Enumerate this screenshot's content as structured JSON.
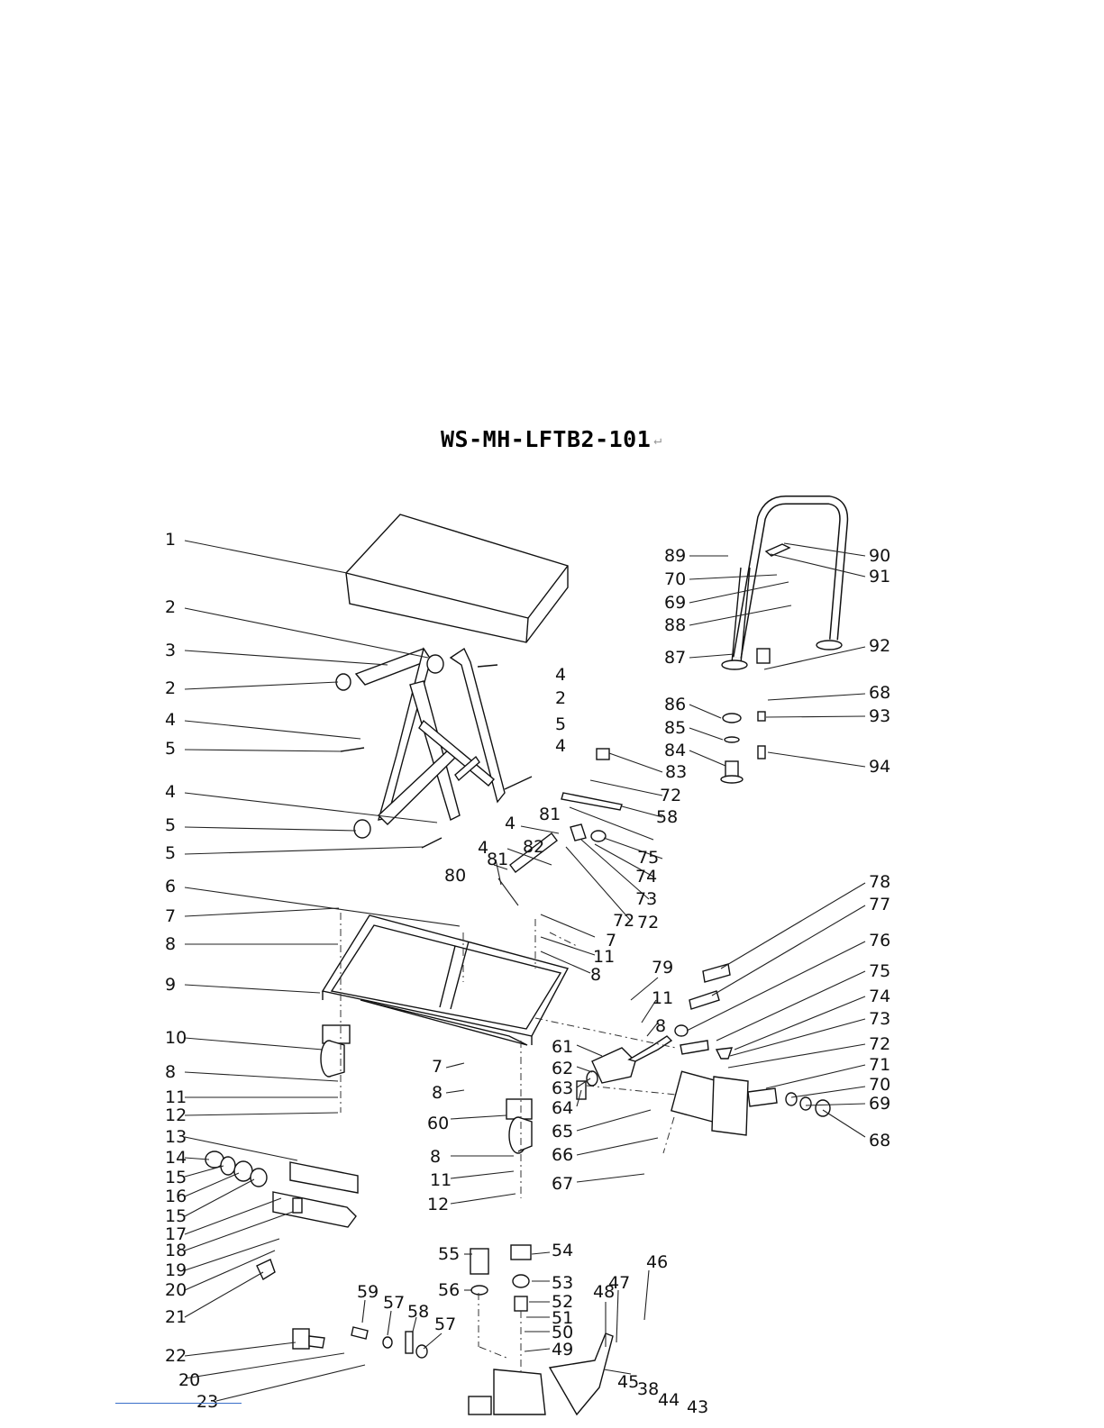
{
  "document": {
    "title": "WS-MH-LFTB2-101",
    "return_mark": "↵"
  },
  "callouts": [
    "1",
    "2",
    "3",
    "2",
    "4",
    "5",
    "4",
    "2",
    "5",
    "4",
    "4",
    "5",
    "5",
    "6",
    "7",
    "8",
    "9",
    "10",
    "8",
    "11",
    "12",
    "13",
    "14",
    "15",
    "16",
    "15",
    "17",
    "18",
    "19",
    "20",
    "21",
    "22",
    "20",
    "23",
    "89",
    "70",
    "69",
    "88",
    "87",
    "90",
    "91",
    "92",
    "68",
    "93",
    "94",
    "86",
    "85",
    "84",
    "83",
    "72",
    "58",
    "81",
    "4",
    "82",
    "81",
    "4",
    "80",
    "72",
    "75",
    "74",
    "73",
    "72",
    "7",
    "11",
    "8",
    "79",
    "11",
    "8",
    "78",
    "77",
    "76",
    "75",
    "74",
    "73",
    "72",
    "71",
    "70",
    "69",
    "68",
    "61",
    "62",
    "63",
    "64",
    "65",
    "66",
    "67",
    "60",
    "7",
    "8",
    "8",
    "11",
    "12",
    "55",
    "56",
    "54",
    "53",
    "52",
    "51",
    "50",
    "49",
    "59",
    "57",
    "58",
    "57",
    "48",
    "47",
    "46",
    "45",
    "38",
    "44",
    "43"
  ],
  "colors": {
    "line": "#111111",
    "leader": "#222222",
    "footer_rule": "#3a6fc9"
  }
}
